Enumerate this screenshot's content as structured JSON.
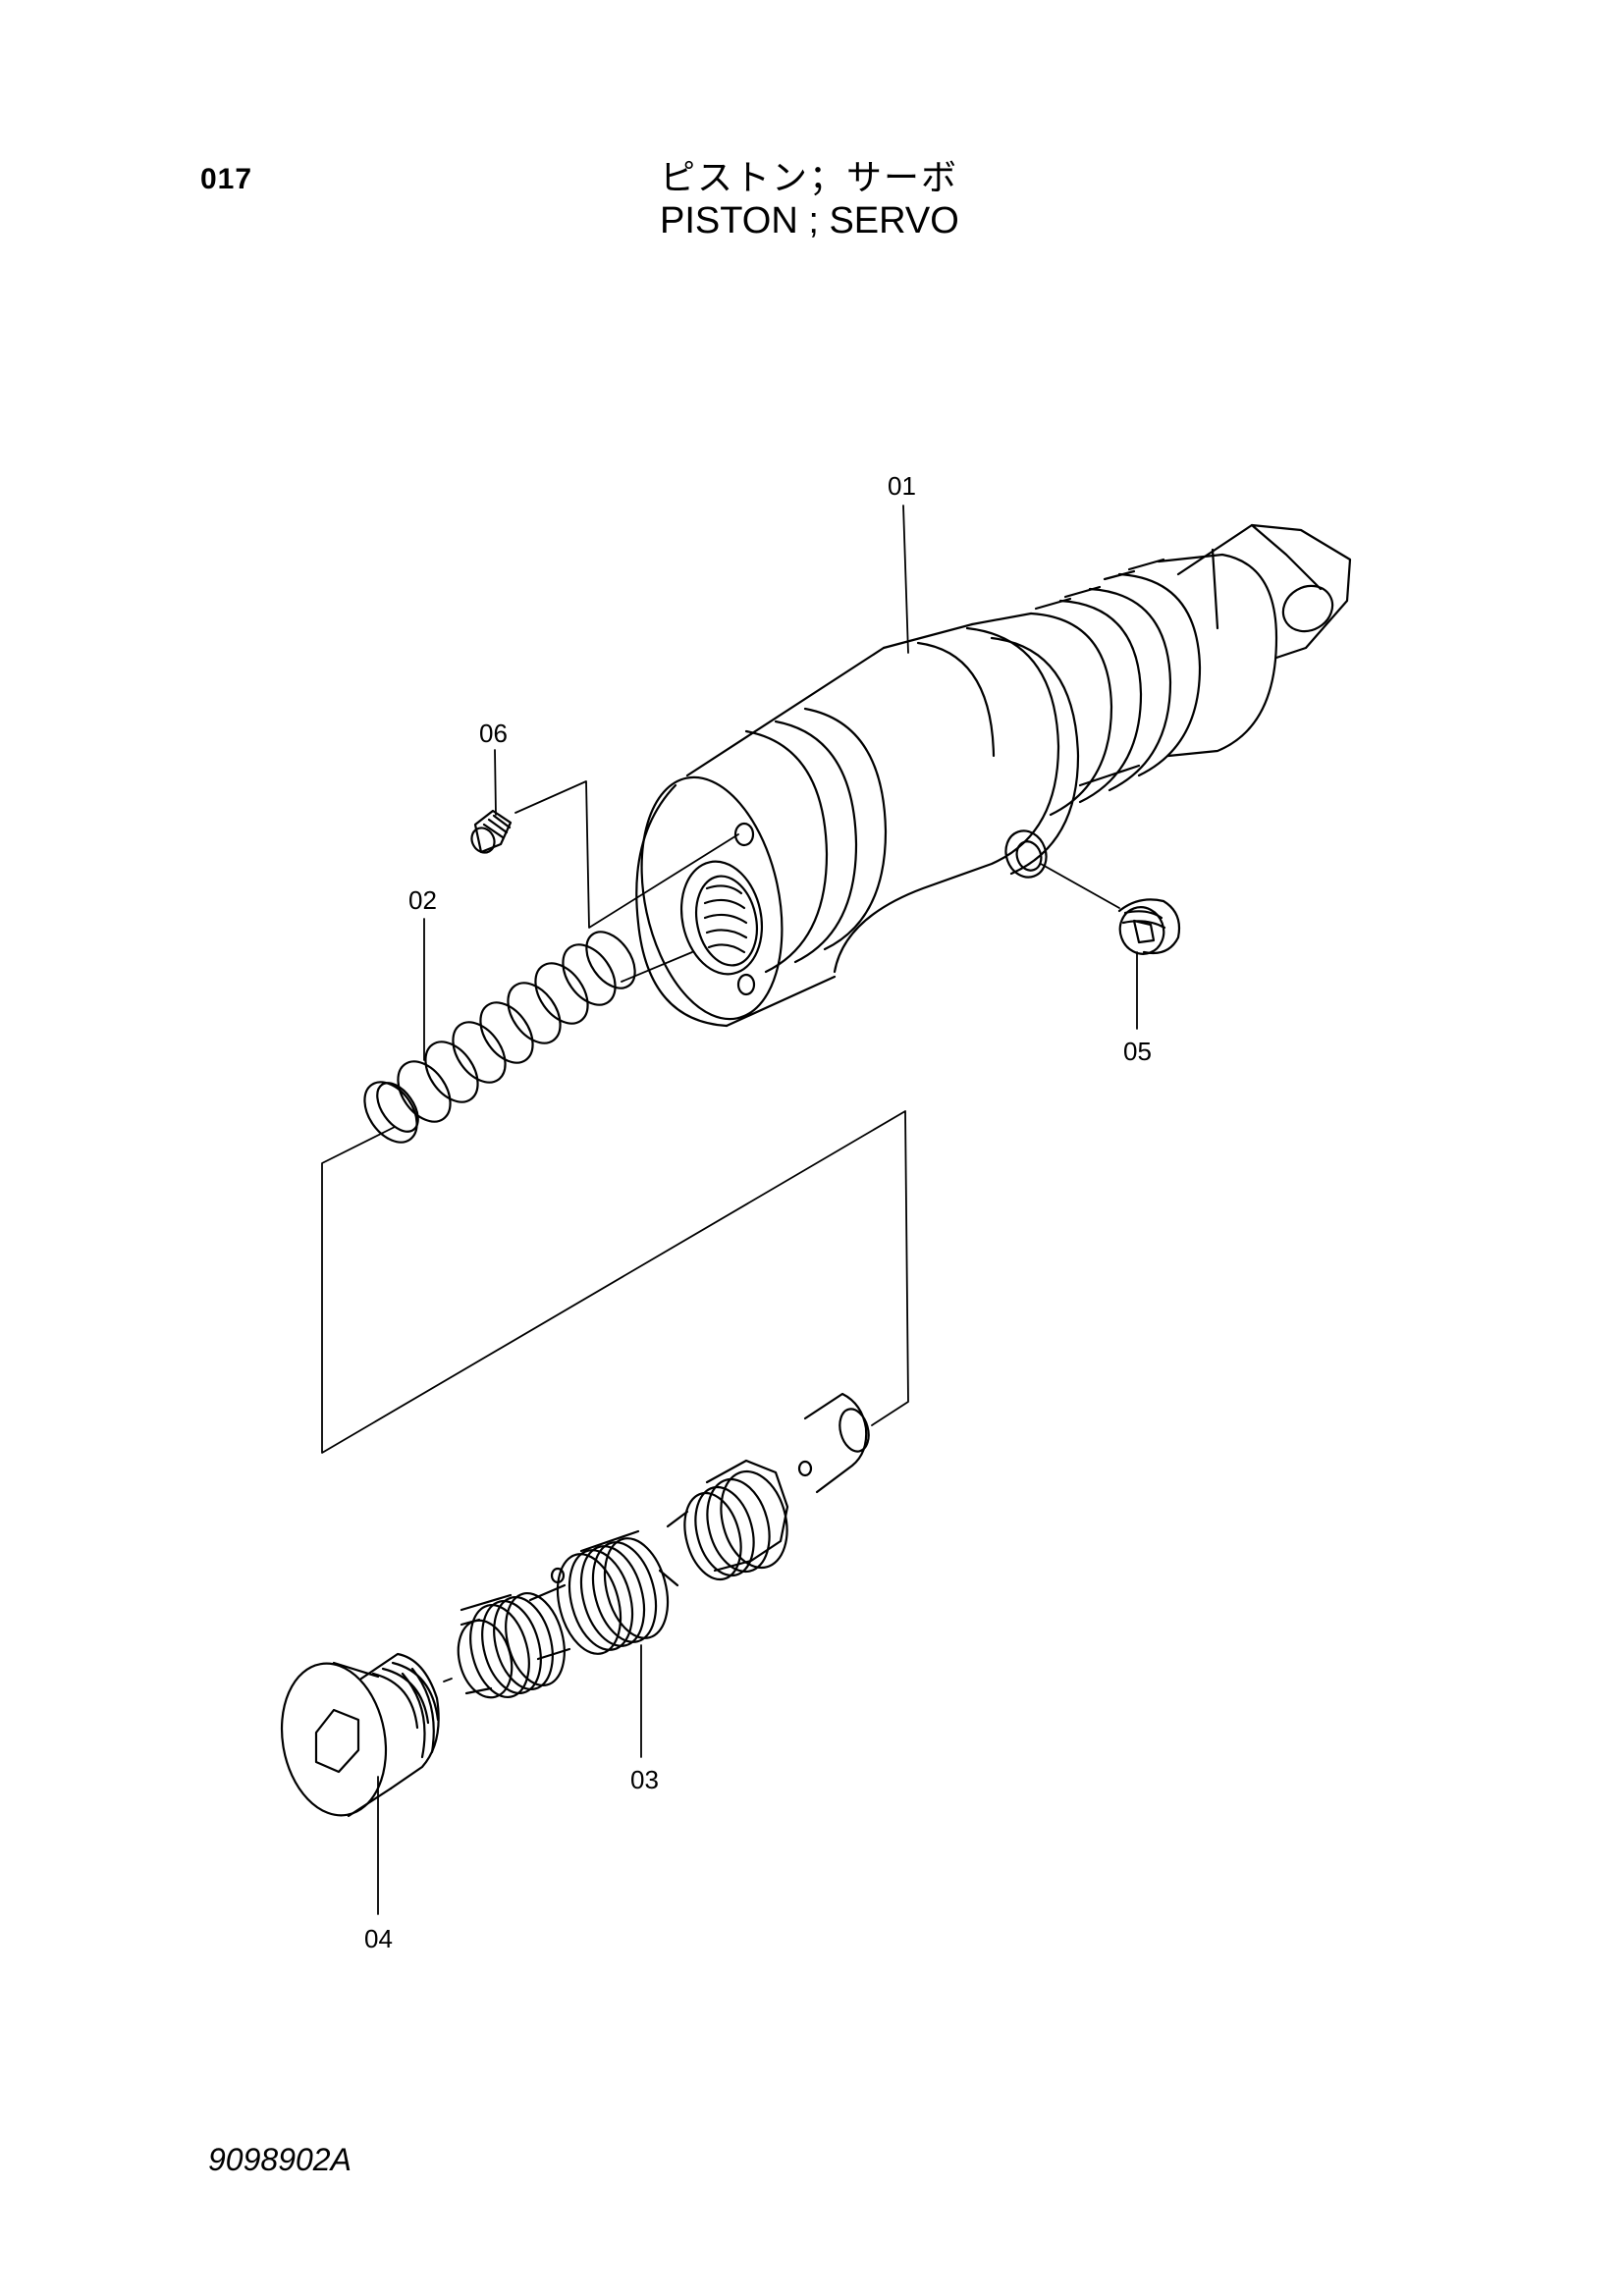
{
  "page": {
    "number": "017",
    "title_jp": "ピストン；サーボ",
    "title_en": "PISTON ; SERVO",
    "drawing_no": "9098902A"
  },
  "parts": [
    {
      "callout": "01",
      "component": "servo-piston-body"
    },
    {
      "callout": "02",
      "component": "spring"
    },
    {
      "callout": "03",
      "component": "spool"
    },
    {
      "callout": "04",
      "component": "plug"
    },
    {
      "callout": "05",
      "component": "plug-small"
    },
    {
      "callout": "06",
      "component": "set-screw"
    }
  ],
  "colors": {
    "ink": "#000000",
    "paper": "#ffffff"
  }
}
